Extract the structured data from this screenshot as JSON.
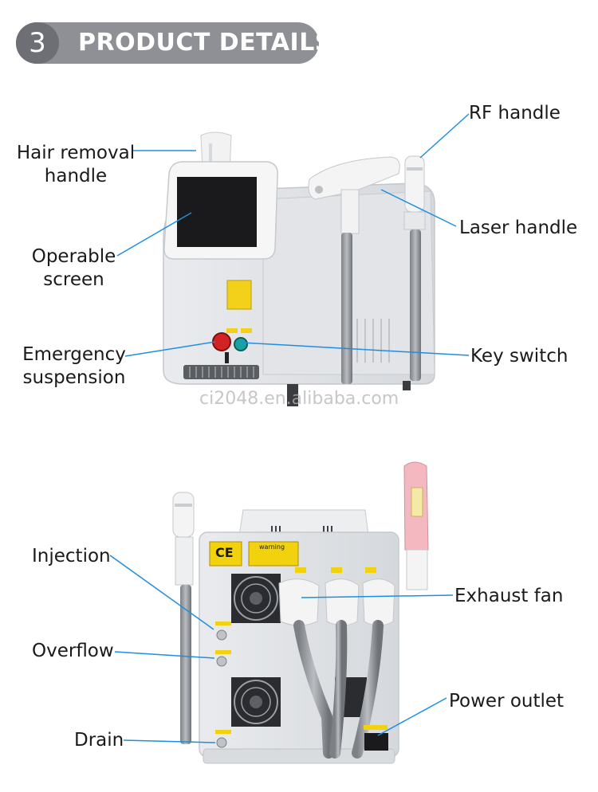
{
  "section": {
    "number": "3",
    "title": "PRODUCT DETAILS"
  },
  "watermark": "ci2048.en.alibaba.com",
  "front_labels": {
    "hair_removal_line1": "Hair removal",
    "hair_removal_line2": "handle",
    "operable_line1": "Operable",
    "operable_line2": "screen",
    "emergency_line1": "Emergency",
    "emergency_line2": "suspension",
    "rf_handle": "RF handle",
    "laser_handle": "Laser handle",
    "key_switch": "Key switch"
  },
  "back_labels": {
    "injection": "Injection",
    "overflow": "Overflow",
    "drain": "Drain",
    "exhaust_fan": "Exhaust fan",
    "power_outlet": "Power outlet"
  },
  "panel_text": {
    "ce": "CE",
    "warning": "warning"
  },
  "colors": {
    "callout_line": "#1e8fe0",
    "banner": "#8f9095",
    "badge": "#6e6f74",
    "handle_pink": "#f3b8c0"
  }
}
